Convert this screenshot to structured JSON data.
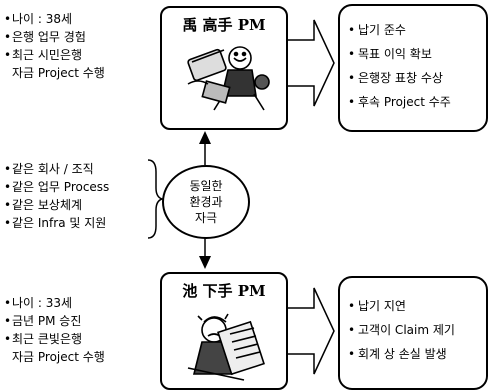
{
  "top_pm": {
    "title": "禹 高手 PM",
    "profile": [
      "나이 : 38세",
      "은행 업무 경험",
      "최근 시민은행"
    ],
    "profile_cont": "자금 Project 수행",
    "results": [
      "납기 준수",
      "목표 이익 확보",
      "은행장 표창 수상",
      "후속 Project 수주"
    ]
  },
  "common": {
    "items": [
      "같은 회사 / 조직",
      "같은 업무 Process",
      "같은 보상체계",
      "같은 Infra 및 지원"
    ],
    "center_lines": [
      "동일한",
      "환경과",
      "자극"
    ]
  },
  "bottom_pm": {
    "title": "池 下手 PM",
    "profile": [
      "나이 : 33세",
      "금년 PM 승진",
      "최근 큰빛은행"
    ],
    "profile_cont": "자금 Project 수행",
    "results": [
      "납기 지연",
      "고객이 Claim 제기",
      "회계 상 손실 발생"
    ]
  }
}
